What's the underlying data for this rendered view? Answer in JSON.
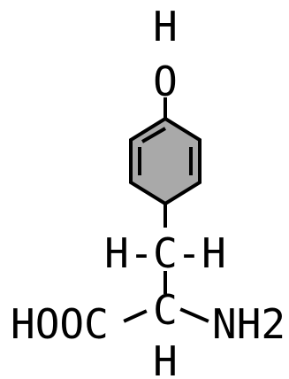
{
  "diagram": {
    "colors": {
      "background": "#ffffff",
      "ink": "#000000",
      "ring_fill": "#a9a9a9"
    },
    "atoms": {
      "h_hydroxyl": "H",
      "o_hydroxyl": "O",
      "h_left": "H",
      "c_methylene": "C",
      "h_right": "H",
      "cooh": "HOOC",
      "c_alpha": "C",
      "nh2": "NH2",
      "h_bottom": "H"
    },
    "bonds": {
      "methylene_left": "-",
      "methylene_right": "-"
    }
  }
}
